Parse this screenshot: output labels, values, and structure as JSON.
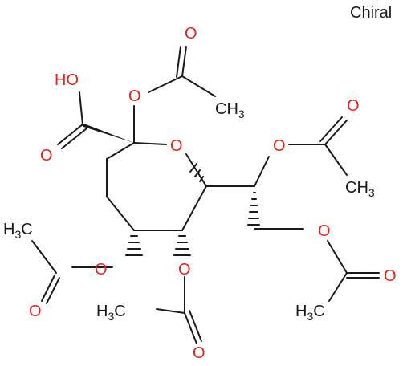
{
  "title": "Chiral",
  "labels": {
    "O": "O",
    "HO": "HO",
    "CH": "CH",
    "H": "H",
    "C": "C",
    "sub3": "3"
  },
  "colors": {
    "oxygen": "#e8221a",
    "carbon": "#1a1a1a",
    "background": "#ffffff"
  }
}
